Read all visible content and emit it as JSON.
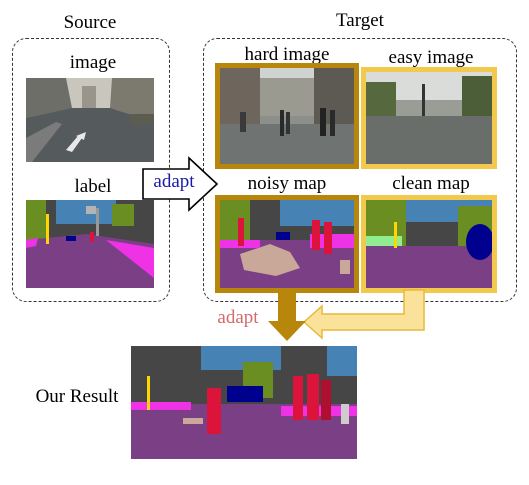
{
  "source": {
    "title": "Source",
    "image_label": "image",
    "label_label": "label"
  },
  "target": {
    "title": "Target",
    "hard_image_label": "hard image",
    "easy_image_label": "easy image",
    "noisy_map_label": "noisy map",
    "clean_map_label": "clean map"
  },
  "arrows": {
    "adapt_source": "adapt",
    "adapt_target": "adapt"
  },
  "result": {
    "label": "Our Result"
  },
  "colors": {
    "adapt_source_text": "#1a1aa6",
    "adapt_target_text": "#d46a6a",
    "hard_frame": "#b8860b",
    "easy_frame": "#f2c94c",
    "seg_road": "#7b3f85",
    "seg_sidewalk": "#f032e6",
    "seg_vegetation": "#6b8e23",
    "seg_sky": "#4682b4",
    "seg_person": "#dc143c",
    "seg_car": "#00008e",
    "seg_building": "#464646"
  }
}
